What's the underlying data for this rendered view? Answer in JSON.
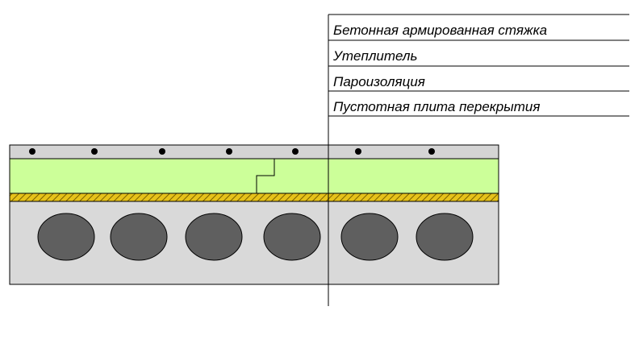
{
  "labels": [
    "Бетонная армированная стяжка",
    "Утеплитель",
    "Пароизоляция",
    "Пустотная плита перекрытия"
  ],
  "colors": {
    "screed": "#d4d4d4",
    "insulation": "#ccff99",
    "vapor_barrier": "#e6c21a",
    "hatch": "#7a6000",
    "slab": "#d9d9d9",
    "voids": "#5f5f5f",
    "rebar": "#000000",
    "lines": "#000000"
  },
  "rebar_count": 7,
  "void_count": 6
}
